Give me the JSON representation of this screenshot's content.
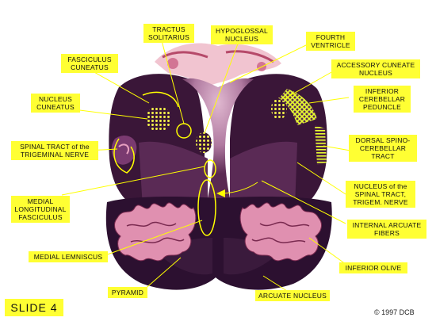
{
  "slide_title": "SLIDE 4",
  "copyright": "© 1997  DCB",
  "labels": {
    "tractus_solitarius": "TRACTUS\nSOLITARIUS",
    "hypoglossal_nucleus": "HYPOGLOSSAL\nNUCLEUS",
    "fourth_ventricle": "FOURTH\nVENTRICLE",
    "fasciculus_cuneatus": "FASCICULUS\nCUNEATUS",
    "accessory_cuneate_nucleus": "ACCESSORY CUNEATE\nNUCLEUS",
    "nucleus_cuneatus": "NUCLEUS\nCUNEATUS",
    "inferior_cerebellar_peduncle": "INFERIOR\nCEREBELLAR\nPEDUNCLE",
    "spinal_tract_trigeminal": "SPINAL TRACT of the\nTRIGEMINAL NERVE",
    "dorsal_spinocerebellar_tract": "DORSAL SPINO-\nCEREBELLAR\nTRACT",
    "medial_longitudinal_fasciculus": "MEDIAL\nLONGITUDINAL\nFASCICULUS",
    "nucleus_spinal_tract_trigem": "NUCLEUS of the\nSPINAL TRACT,\nTRIGEM. NERVE",
    "internal_arcuate_fibers": "INTERNAL ARCUATE\nFIBERS",
    "medial_lemniscus": "MEDIAL LEMNISCUS",
    "inferior_olive": "INFERIOR OLIVE",
    "pyramid": "PYRAMID",
    "arcuate_nucleus": "ARCUATE NUCLEUS"
  },
  "colors": {
    "label_bg": "#ffff33",
    "leader_line": "#ffff00",
    "tissue_dark": "#3a1638",
    "tissue_mid": "#6b3a6a",
    "tissue_pink": "#c87a9a",
    "olive_pink": "#e090b0",
    "background": "#ffffff"
  }
}
